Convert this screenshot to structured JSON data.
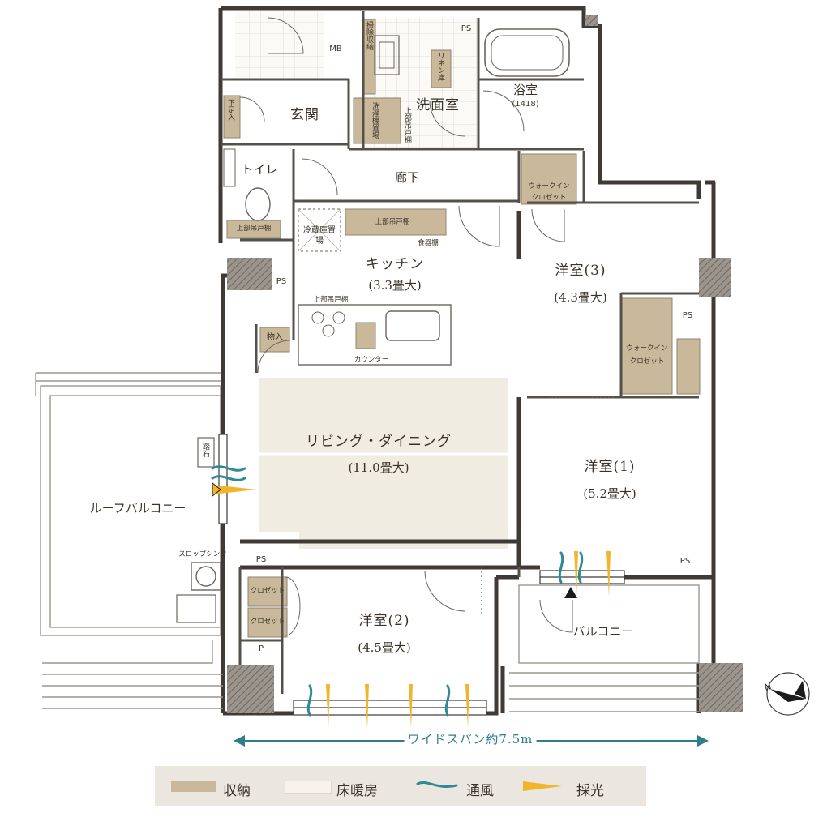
{
  "rooms": {
    "entrance": "玄関",
    "washroom": "洗面室",
    "bathroom": "浴室",
    "bathroom_size": "(1418)",
    "toilet": "トイレ",
    "hallway": "廊下",
    "kitchen": "キッチン",
    "kitchen_size": "(3.3畳大)",
    "living": "リビング・ダイニング",
    "living_size": "(11.0畳大)",
    "western3": "洋室(3)",
    "western3_size": "(4.3畳大)",
    "western1": "洋室(1)",
    "western1_size": "(5.2畳大)",
    "western2": "洋室(2)",
    "western2_size": "(4.5畳大)",
    "roof_balcony": "ルーフバルコニー",
    "balcony": "バルコニー"
  },
  "fixtures": {
    "mb": "MB",
    "ps": "PS",
    "p": "P",
    "linen_storage": "リネン庫",
    "cleaning_storage": "掃除収納",
    "shoe_storage": "下足入",
    "washer_space": "洗濯機置場",
    "upper_shelf_wash": "上部吊戸棚",
    "upper_shelf_toilet": "上部吊戸棚",
    "upper_shelf_kitchen": "上部吊戸棚",
    "upper_shelf_stove": "上部吊戸棚",
    "fridge_space": "冷蔵庫置場",
    "dish_shelf": "食器棚",
    "counter": "カウンター",
    "storage": "物入",
    "walkin_closet_top_1": "ウォークイン",
    "walkin_closet_top_2": "クロゼット",
    "walkin_closet_right_1": "ウォークイン",
    "walkin_closet_right_2": "クロゼット",
    "closet_1": "クロゼット",
    "closet_2": "クロゼット",
    "stepping_stone": "踏石",
    "slop_sink": "スロップシンク"
  },
  "dimension": {
    "wide_span": "ワイドスパン約7.5m"
  },
  "legend": {
    "storage_label": "収納",
    "floor_heating_label": "床暖房",
    "ventilation_label": "通風",
    "daylight_label": "採光"
  },
  "colors": {
    "storage": "#c9b99a",
    "floor_heating": "#f1ece2",
    "ventilation": "#2e8a95",
    "daylight": "#f1b52c",
    "wall": "#3f3a35",
    "legend_bg": "#ebe7e0",
    "dimension": "#2f7e8a"
  }
}
